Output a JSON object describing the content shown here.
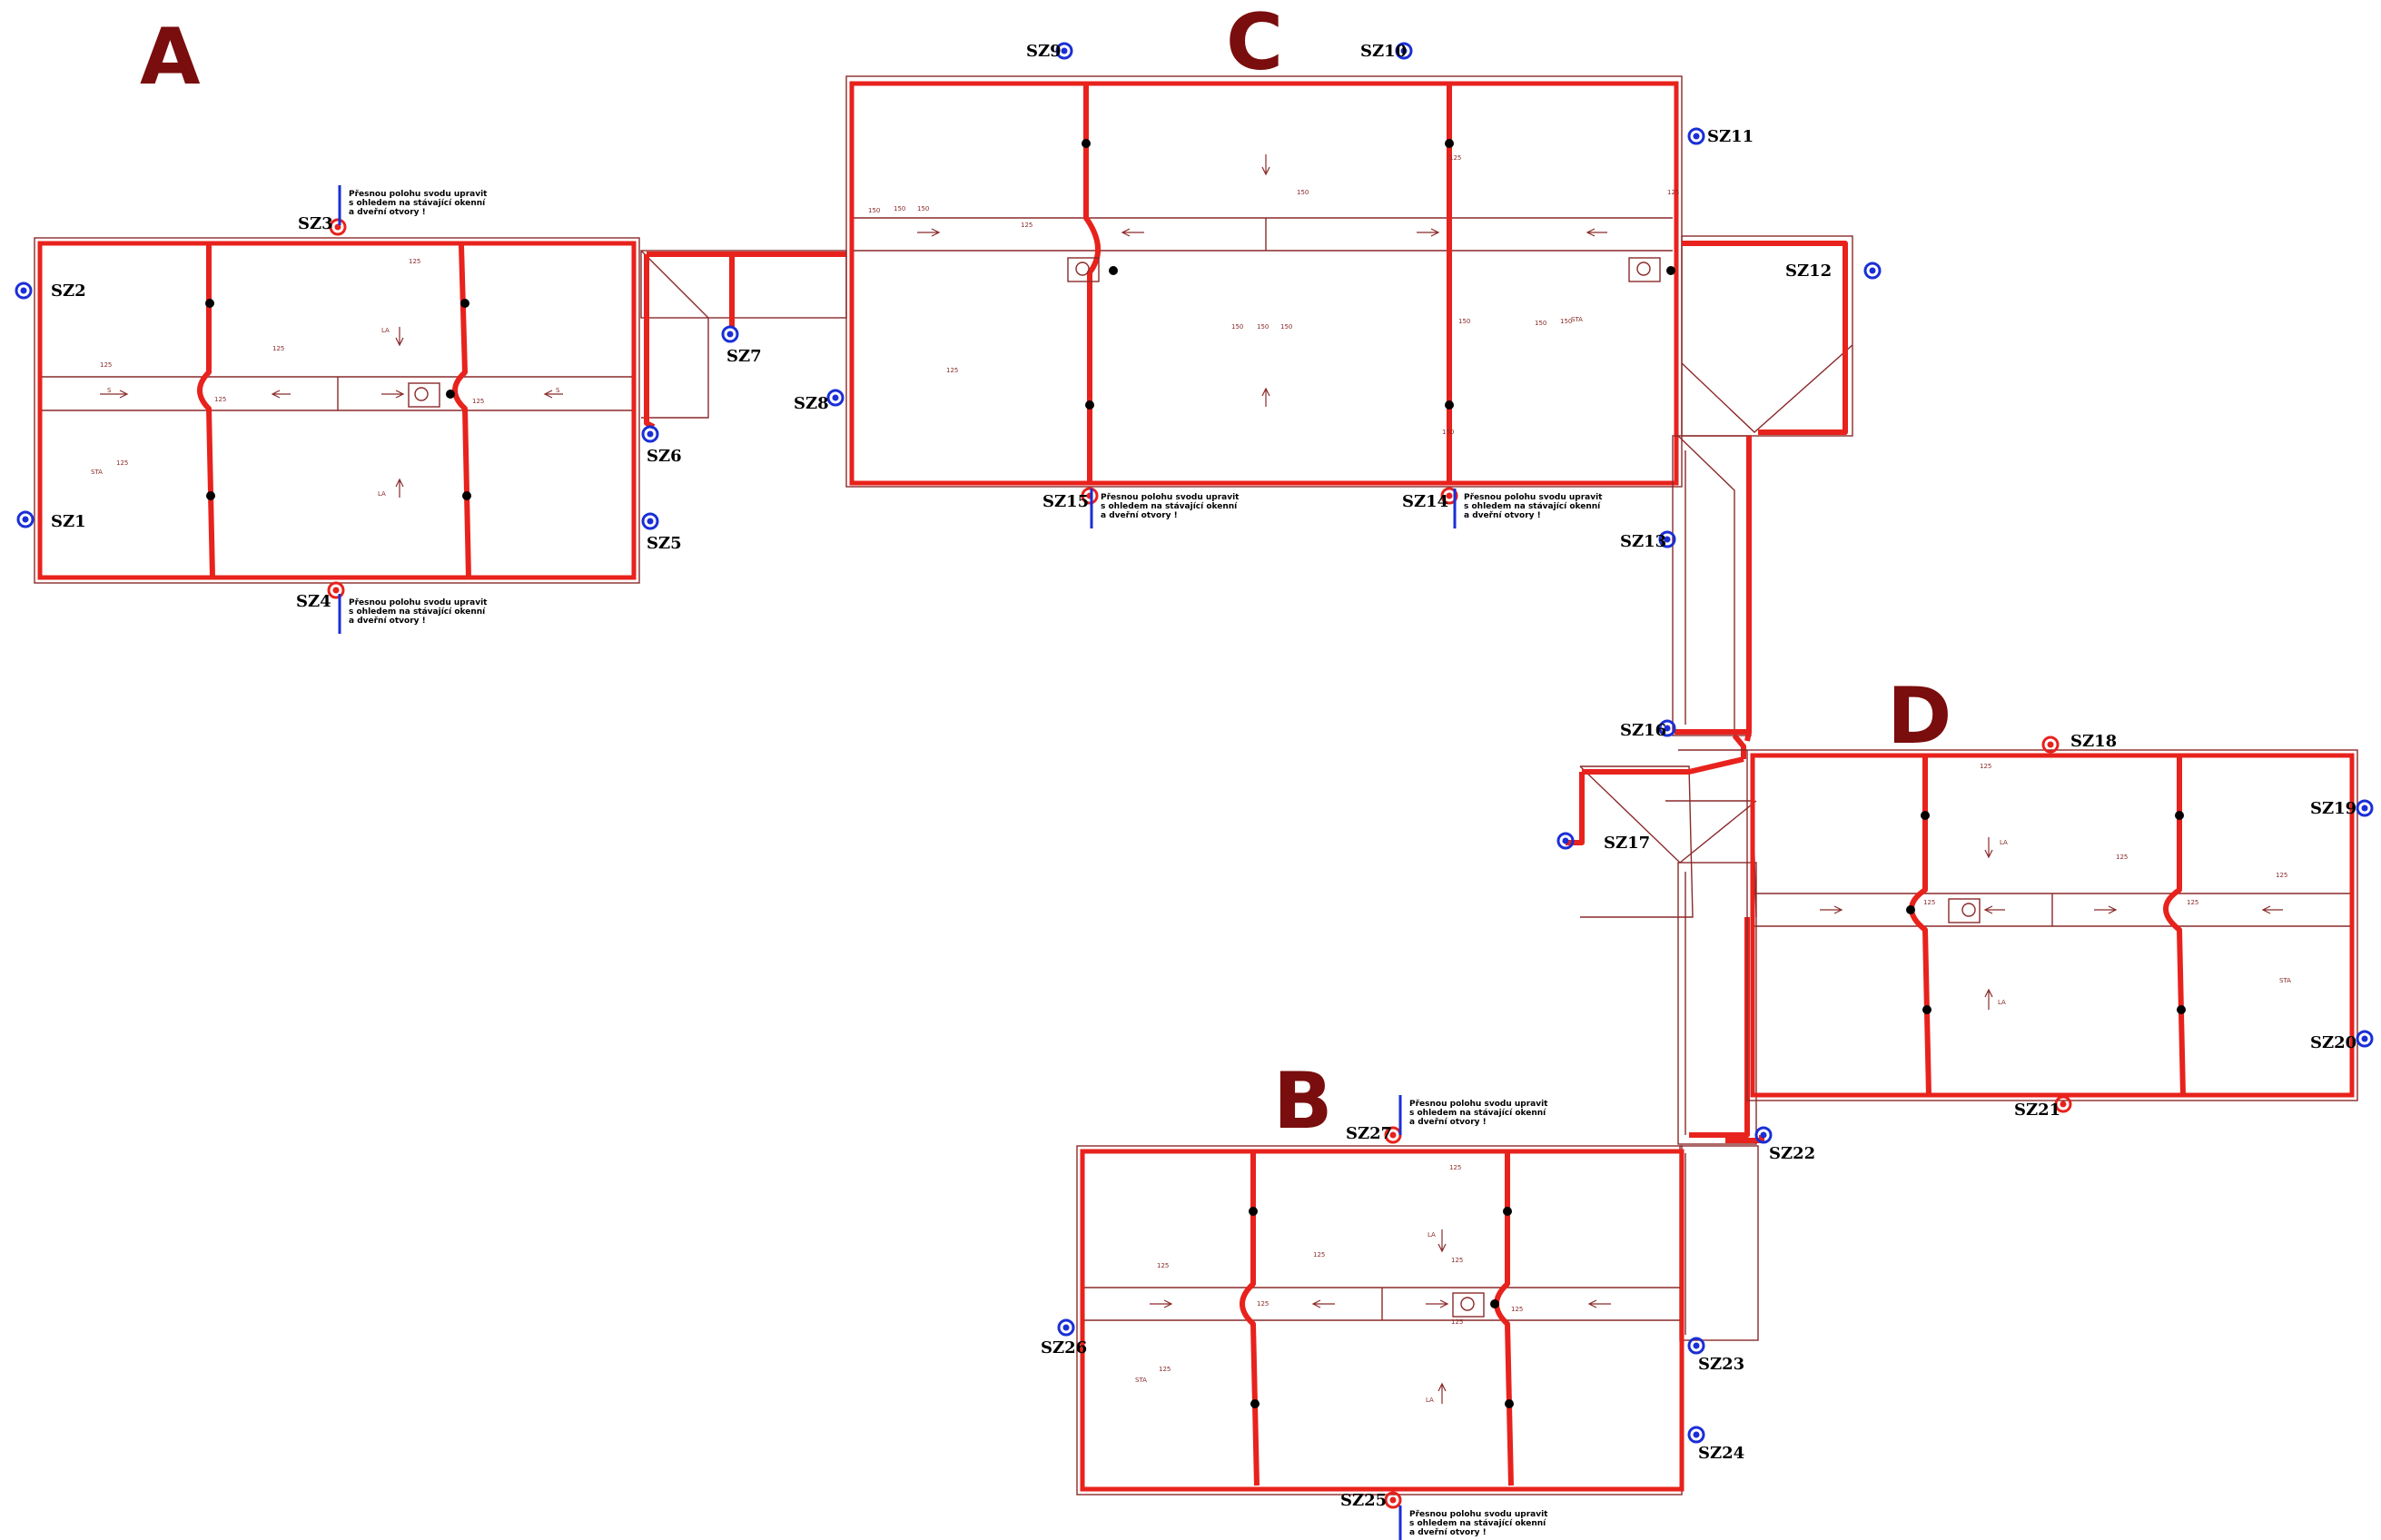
{
  "sections": [
    {
      "id": "A",
      "label": "A"
    },
    {
      "id": "B",
      "label": "B"
    },
    {
      "id": "C",
      "label": "C"
    },
    {
      "id": "D",
      "label": "D"
    }
  ],
  "downspouts": [
    {
      "label": "SZ1",
      "color": "#1a2fd6"
    },
    {
      "label": "SZ2",
      "color": "#1a2fd6"
    },
    {
      "label": "SZ3",
      "color": "#e8221c"
    },
    {
      "label": "SZ4",
      "color": "#e8221c"
    },
    {
      "label": "SZ5",
      "color": "#1a2fd6"
    },
    {
      "label": "SZ6",
      "color": "#1a2fd6"
    },
    {
      "label": "SZ7",
      "color": "#1a2fd6"
    },
    {
      "label": "SZ8",
      "color": "#1a2fd6"
    },
    {
      "label": "SZ9",
      "color": "#1a2fd6"
    },
    {
      "label": "SZ10",
      "color": "#1a2fd6"
    },
    {
      "label": "SZ11",
      "color": "#1a2fd6"
    },
    {
      "label": "SZ12",
      "color": "#1a2fd6"
    },
    {
      "label": "SZ13",
      "color": "#1a2fd6"
    },
    {
      "label": "SZ14",
      "color": "#e8221c"
    },
    {
      "label": "SZ15",
      "color": "#e8221c"
    },
    {
      "label": "SZ16",
      "color": "#1a2fd6"
    },
    {
      "label": "SZ17",
      "color": "#1a2fd6"
    },
    {
      "label": "SZ18",
      "color": "#e8221c"
    },
    {
      "label": "SZ19",
      "color": "#1a2fd6"
    },
    {
      "label": "SZ20",
      "color": "#1a2fd6"
    },
    {
      "label": "SZ21",
      "color": "#e8221c"
    },
    {
      "label": "SZ22",
      "color": "#1a2fd6"
    },
    {
      "label": "SZ23",
      "color": "#1a2fd6"
    },
    {
      "label": "SZ24",
      "color": "#1a2fd6"
    },
    {
      "label": "SZ25",
      "color": "#e8221c"
    },
    {
      "label": "SZ26",
      "color": "#1a2fd6"
    },
    {
      "label": "SZ27",
      "color": "#e8221c"
    }
  ],
  "note_lines": [
    "Přesnou polohu svodu upravit",
    "s ohledem na stávající okenní",
    "a dveřní otvory !"
  ],
  "dim_labels": {
    "d125": "125",
    "d150": "150",
    "sta": "STA",
    "slope": "S",
    "la": "LA"
  },
  "colors": {
    "roof_outline": "#e8221c",
    "drawing_lines": "#8a2a2a",
    "section_letters": "#7a0d0d",
    "blue_outlet": "#1a2fd6",
    "red_outlet": "#e8221c"
  }
}
